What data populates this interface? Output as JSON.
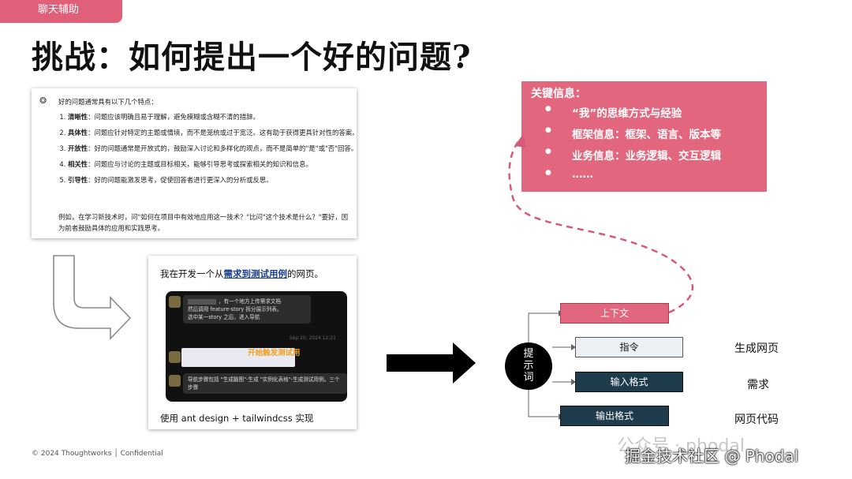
{
  "tag": "聊天辅助",
  "title": "挑战：如何提出一个好的问题?",
  "answer_card": {
    "logo": "❂",
    "intro": "好的问题通常具有以下几个特点：",
    "items": [
      {
        "bold": "清晰性",
        "text": "：问题应该明确且易于理解，避免模糊或含糊不清的措辞。"
      },
      {
        "bold": "具体性",
        "text": "：问题应针对特定的主题或情境，而不是笼统或过于宽泛。这有助于获得更具针对性的答案。"
      },
      {
        "bold": "开放性",
        "text": "：好的问题通常是开放式的，鼓励深入讨论和多样化的观点，而不是简单的\"是\"或\"否\"回答。"
      },
      {
        "bold": "相关性",
        "text": "：问题应与讨论的主题或目标相关，能够引导思考或探索相关的知识和信息。"
      },
      {
        "bold": "引导性",
        "text": "：好的问题能激发思考，促使回答者进行更深入的分析或反思。"
      }
    ],
    "example": "例如，在学习新技术时，问\"如何在项目中有效地应用这一技术？\"比问\"这个技术是什么？\"要好，因为前者鼓励具体的应用和实践思考。"
  },
  "demo_card": {
    "head_prefix": "我在开发一个从",
    "head_link": "需求到测试用例",
    "head_suffix": "的网页。",
    "bubble1_line1": "，有一个地方上传需求文档",
    "bubble1_line2": "然后调用 feature-story 拆分展示列表。",
    "bubble1_line3": "选中某一story 之后，进入导航",
    "timestamp": "Sep 20, 2024 12:21",
    "start_label": "开始触发测试用",
    "bubble2": "导航步骤包括 \"生成脑图\"-生成 \"实例化表格\"-生成测试用例。三个步骤",
    "foot": "使用 ant design + tailwindcss 实现"
  },
  "key_info": {
    "title": "关键信息：",
    "items": [
      "“我”的思维方式与经验",
      "框架信息：框架、语言、版本等",
      "业务信息：业务逻辑、交互逻辑",
      "……"
    ]
  },
  "prompt_diagram": {
    "center": [
      "提",
      "示",
      "词"
    ],
    "boxes": [
      "上下文",
      "指令",
      "输入格式",
      "输出格式"
    ],
    "outputs": [
      "生成网页",
      "需求",
      "网页代码"
    ]
  },
  "colors": {
    "accent_pink": "#e1667e",
    "dark_teal": "#1f3c4d",
    "light_box": "#eaf0f3"
  },
  "footer": "© 2024 Thoughtworks  │  Confidential",
  "watermark": {
    "line1": "公众号 · phodal",
    "line2": "掘金技术社区 @ Phodal"
  }
}
